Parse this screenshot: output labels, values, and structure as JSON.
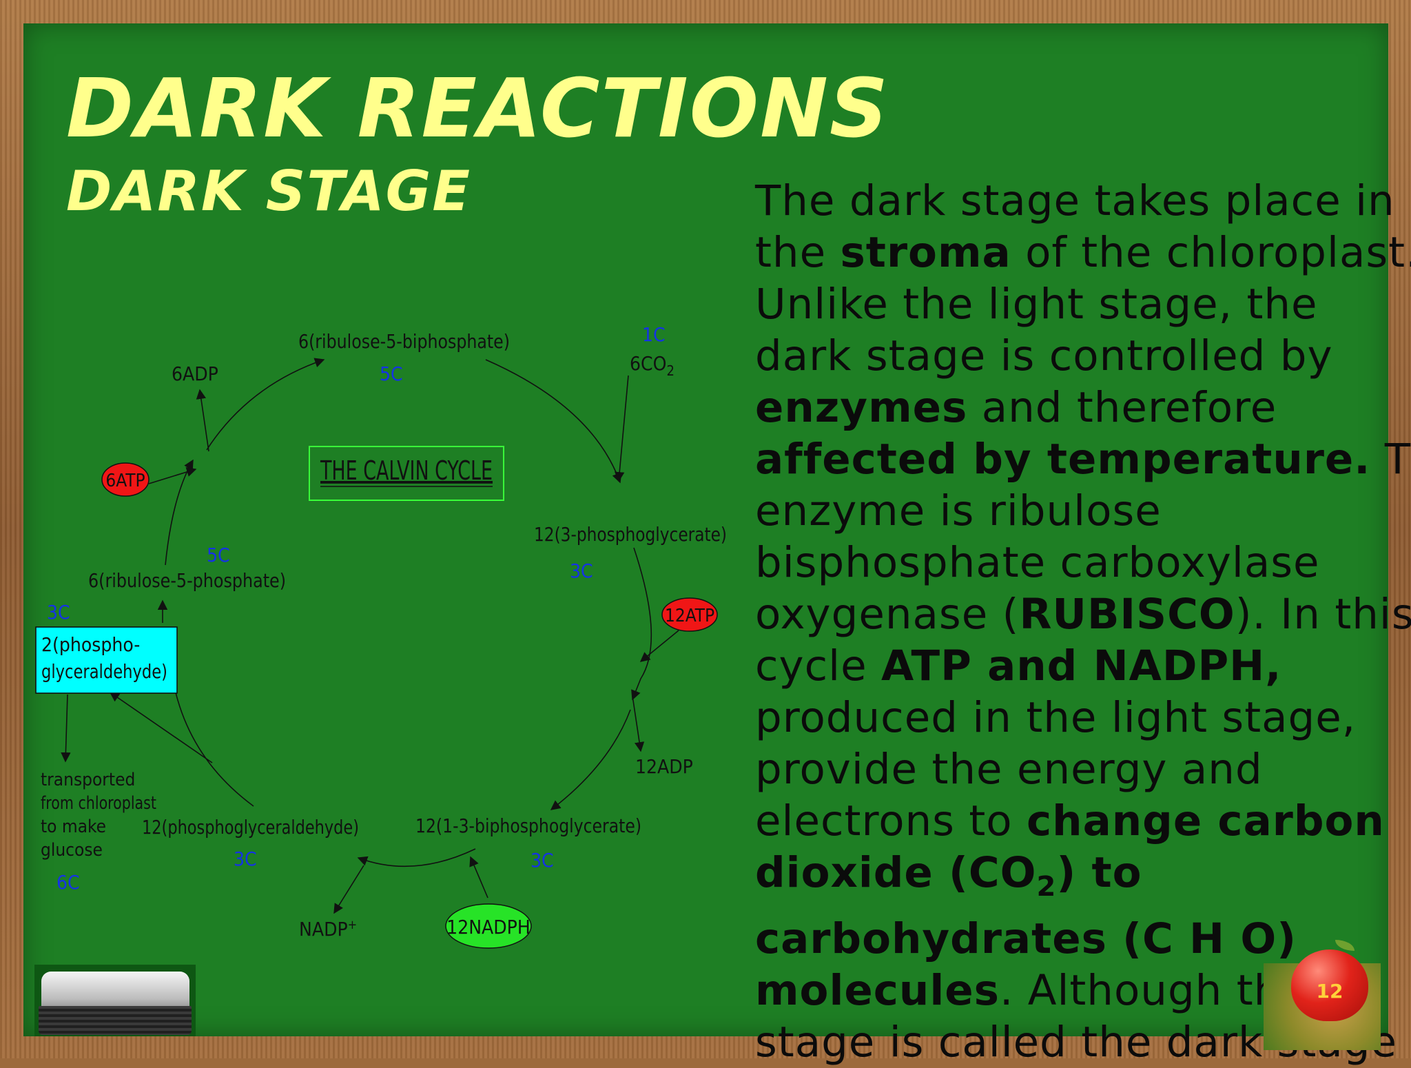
{
  "slide": {
    "title": "DARK REACTIONS",
    "subtitle": "DARK STAGE",
    "page_number": "12"
  },
  "body_lines": [
    [
      {
        "t": "The dark stage takes place in",
        "b": false
      }
    ],
    [
      {
        "t": "the ",
        "b": false
      },
      {
        "t": "stroma",
        "b": true
      },
      {
        "t": " of the chloroplast.",
        "b": false
      }
    ],
    [
      {
        "t": "Unlike the light stage, the",
        "b": false
      }
    ],
    [
      {
        "t": "dark stage is controlled by",
        "b": false
      }
    ],
    [
      {
        "t": "enzymes",
        "b": true
      },
      {
        "t": " and therefore",
        "b": false
      }
    ],
    [
      {
        "t": "affected by temperature.",
        "b": true
      },
      {
        "t": " The",
        "b": false
      }
    ],
    [
      {
        "t": "enzyme  is ribulose",
        "b": false
      }
    ],
    [
      {
        "t": "bisphosphate carboxylase",
        "b": false
      }
    ],
    [
      {
        "t": "oxygenase (",
        "b": false
      },
      {
        "t": "RUBISCO",
        "b": true
      },
      {
        "t": "). In this",
        "b": false
      }
    ],
    [
      {
        "t": "cycle ",
        "b": false
      },
      {
        "t": "ATP and NADPH,",
        "b": true
      }
    ],
    [
      {
        "t": "produced in the light stage,",
        "b": false
      }
    ],
    [
      {
        "t": "provide the energy and",
        "b": false
      }
    ],
    [
      {
        "t": "electrons to ",
        "b": false
      },
      {
        "t": "change carbon",
        "b": true
      }
    ],
    [
      {
        "t": "dioxide (CO",
        "b": true
      },
      {
        "t": "2",
        "b": true,
        "sub": true
      },
      {
        "t": ") to",
        "b": true
      }
    ],
    [
      {
        "t": "carbohydrates (C H O)",
        "b": true
      }
    ],
    [
      {
        "t": "molecules",
        "b": true
      },
      {
        "t": ". Although this",
        "b": false
      }
    ],
    [
      {
        "t": "stage is called the dark stage",
        "b": false
      }
    ]
  ],
  "diagram": {
    "center_title": "THE CALVIN CYCLE",
    "ribulose_biphosphate": "6(ribulose-5-biphosphate)",
    "ribulose_biphosphate_c": "5C",
    "adp_top": "6ADP",
    "atp_left": "6ATP",
    "co2_c": "1C",
    "co2": "6CO",
    "co2_sub": "2",
    "phosphoglycerate": "12(3-phosphoglycerate)",
    "phosphoglycerate_c": "3C",
    "atp_right": "12ATP",
    "adp_right": "12ADP",
    "biphosphoglycerate": "12(1-3-biphosphoglycerate)",
    "biphosphoglycerate_c": "3C",
    "nadph": "12NADPH",
    "nadp": "NADP",
    "nadp_sup": "+",
    "phosphoglyceraldehyde": "12(phosphoglyceraldehyde)",
    "phosphoglyceraldehyde_c": "3C",
    "ribulose_phosphate_c": "5C",
    "ribulose_phosphate": "6(ribulose-5-phosphate)",
    "box_c": "3C",
    "box_line1": "2(phospho-",
    "box_line2": "glyceraldehyde)",
    "transport_lines": [
      "transported",
      "from chloroplast",
      "to make",
      "glucose"
    ],
    "glucose_c": "6C"
  },
  "colors": {
    "board": "#1e7f24",
    "title": "#ffff8c",
    "carbon_label": "#1432e6",
    "atp_oval": "#f01616",
    "nadph_oval": "#27e327",
    "box_fill": "#00ffff"
  }
}
